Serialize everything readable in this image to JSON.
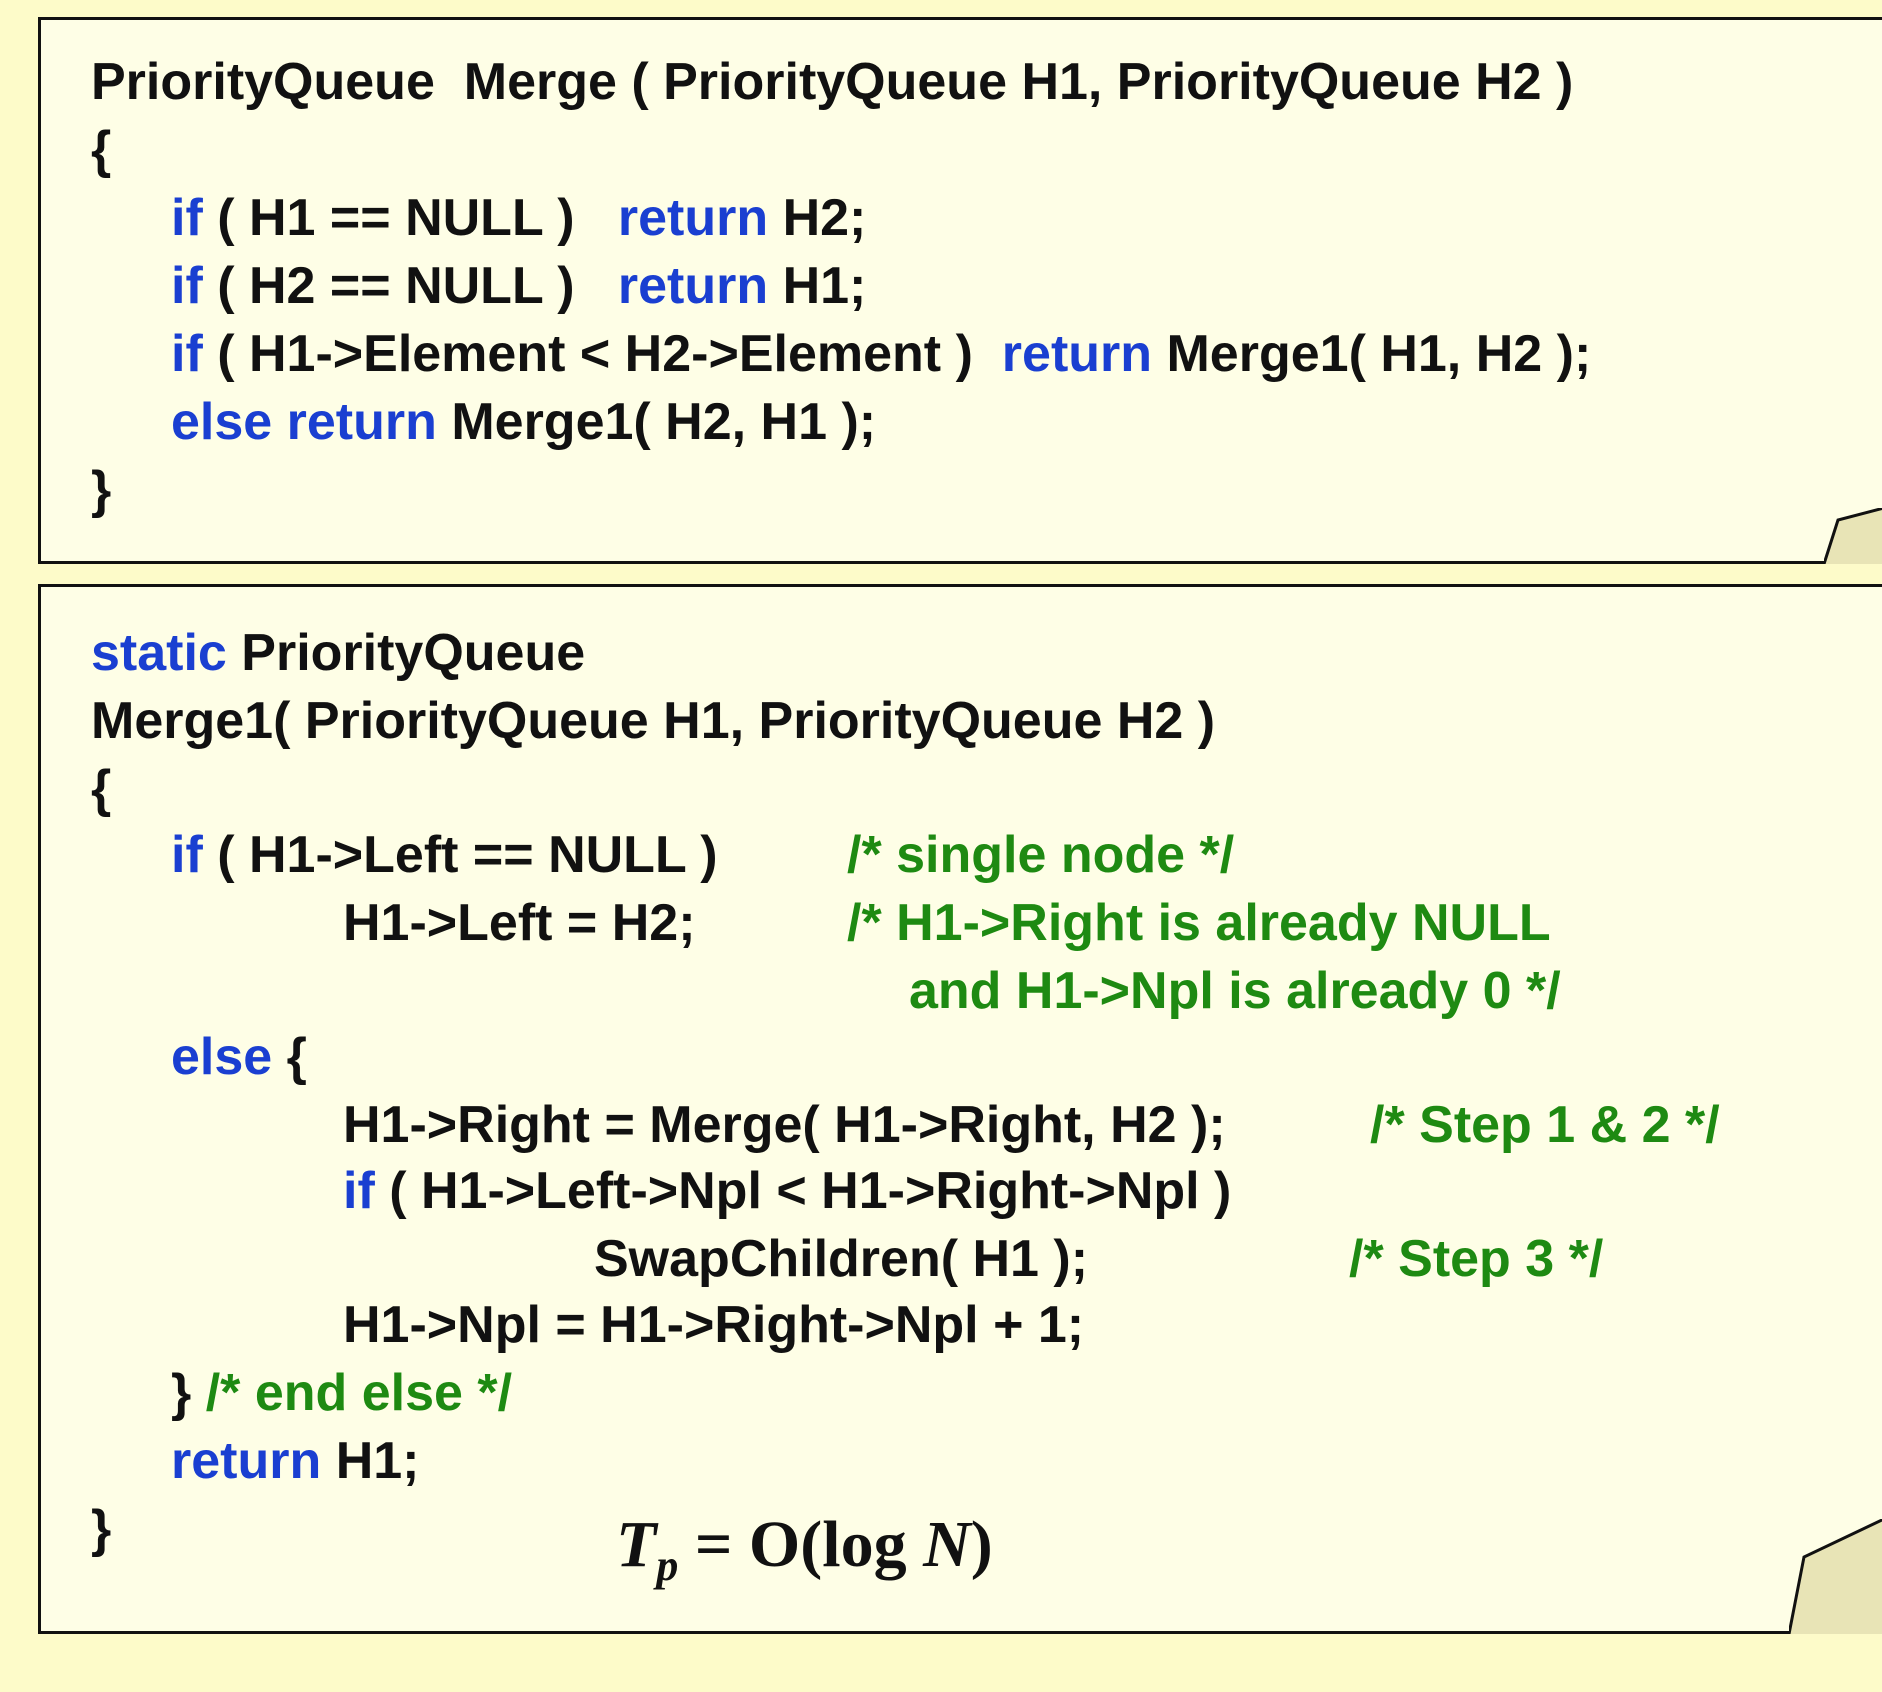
{
  "merge_box": {
    "lines": [
      [
        {
          "t": "PriorityQueue  Merge ( PriorityQueue H1, PriorityQueue H2 )",
          "c": "tx"
        }
      ],
      [
        {
          "t": "{",
          "c": "tx"
        }
      ],
      [
        {
          "t": "if",
          "c": "kw"
        },
        {
          "t": " ( H1 == NULL )   ",
          "c": "tx"
        },
        {
          "t": "return",
          "c": "kw"
        },
        {
          "t": " H2;",
          "c": "tx"
        }
      ],
      [
        {
          "t": "if",
          "c": "kw"
        },
        {
          "t": " ( H2 == NULL )   ",
          "c": "tx"
        },
        {
          "t": "return",
          "c": "kw"
        },
        {
          "t": " H1;",
          "c": "tx"
        }
      ],
      [
        {
          "t": "if",
          "c": "kw"
        },
        {
          "t": " ( H1->Element < H2->Element )  ",
          "c": "tx"
        },
        {
          "t": "return",
          "c": "kw"
        },
        {
          "t": " Merge1( H1, H2 );",
          "c": "tx"
        }
      ],
      [
        {
          "t": "else return",
          "c": "kw"
        },
        {
          "t": " Merge1( H2, H1 );",
          "c": "tx"
        }
      ],
      [
        {
          "t": "}",
          "c": "tx"
        }
      ]
    ]
  },
  "merge1_box": {
    "lines": [
      [
        {
          "t": "static",
          "c": "kw"
        },
        {
          "t": " PriorityQueue",
          "c": "tx"
        }
      ],
      [
        {
          "t": "Merge1( PriorityQueue H1, PriorityQueue H2 )",
          "c": "tx"
        }
      ],
      [
        {
          "t": "{",
          "c": "tx"
        }
      ],
      [
        {
          "t": "if",
          "c": "kw"
        },
        {
          "t": " ( H1->Left == NULL )",
          "c": "tx"
        }
      ],
      [
        {
          "t": "H1->Left = H2;",
          "c": "tx"
        }
      ],
      [],
      [
        {
          "t": "else",
          "c": "kw"
        },
        {
          "t": " {",
          "c": "tx"
        }
      ],
      [
        {
          "t": "H1->Right = Merge( H1->Right, H2 );",
          "c": "tx"
        }
      ],
      [
        {
          "t": "if",
          "c": "kw"
        },
        {
          "t": " ( H1->Left->Npl < H1->Right->Npl )",
          "c": "tx"
        }
      ],
      [
        {
          "t": "SwapChildren( H1 );",
          "c": "tx"
        }
      ],
      [
        {
          "t": "H1->Npl = H1->Right->Npl + 1;",
          "c": "tx"
        }
      ],
      [
        {
          "t": "} ",
          "c": "tx"
        },
        {
          "t": "/* end else */",
          "c": "cm"
        }
      ],
      [
        {
          "t": "return",
          "c": "kw"
        },
        {
          "t": " H1;",
          "c": "tx"
        }
      ],
      [
        {
          "t": "}",
          "c": "tx"
        }
      ]
    ],
    "comments": [
      "/* single node */",
      "/* H1->Right is already NULL",
      "and H1->Npl is already 0 */",
      "/* Step 1 & 2 */",
      "/* Step 3 */"
    ],
    "formula": {
      "T": "T",
      "sub": "p",
      "eq": " = O(log ",
      "N": "N",
      "close": ")"
    }
  }
}
